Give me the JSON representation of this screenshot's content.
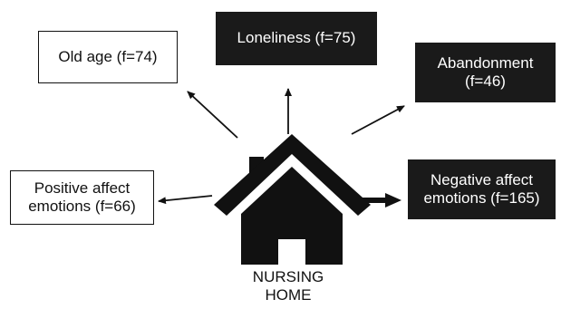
{
  "center": {
    "label": "NURSING\nHOME"
  },
  "nodes": [
    {
      "id": "old-age",
      "label": "Old age (f=74)",
      "style": "light"
    },
    {
      "id": "loneliness",
      "label": "Loneliness (f=75)",
      "style": "dark"
    },
    {
      "id": "abandonment",
      "label": "Abandonment\n(f=46)",
      "style": "dark"
    },
    {
      "id": "positive-affect",
      "label": "Positive affect\nemotions (f=66)",
      "style": "light"
    },
    {
      "id": "negative-affect",
      "label": "Negative affect\nemotions (f=165)",
      "style": "dark"
    }
  ],
  "colors": {
    "dark_fill": "#1a1a1a",
    "light_fill": "#ffffff",
    "stroke": "#111111"
  },
  "icons": {
    "center": "house-icon"
  }
}
